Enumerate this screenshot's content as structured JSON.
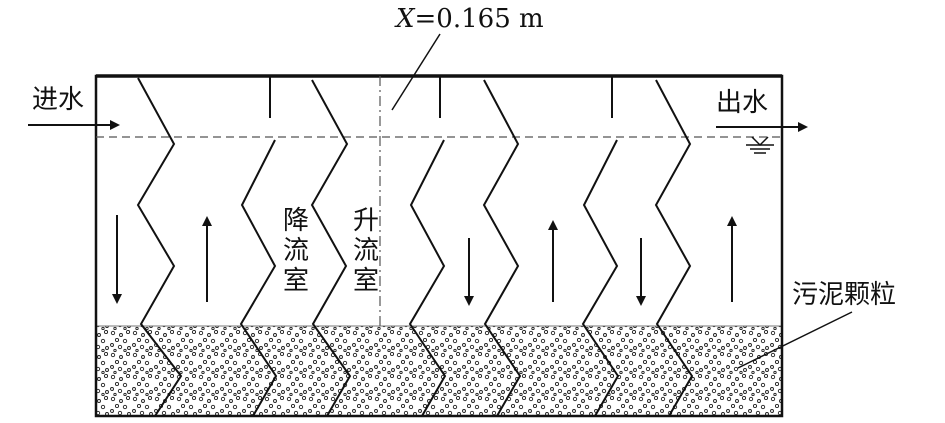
{
  "labels": {
    "dimension_var": "X",
    "dimension_value": "=0.165 m",
    "inlet": "进水",
    "outlet": "出水",
    "downflow_chars": [
      "降",
      "流",
      "室"
    ],
    "upflow_chars": [
      "升",
      "流",
      "室"
    ],
    "sludge": "污泥颗粒"
  },
  "colors": {
    "line": "#111111",
    "background": "#ffffff",
    "dash": "#555555"
  }
}
